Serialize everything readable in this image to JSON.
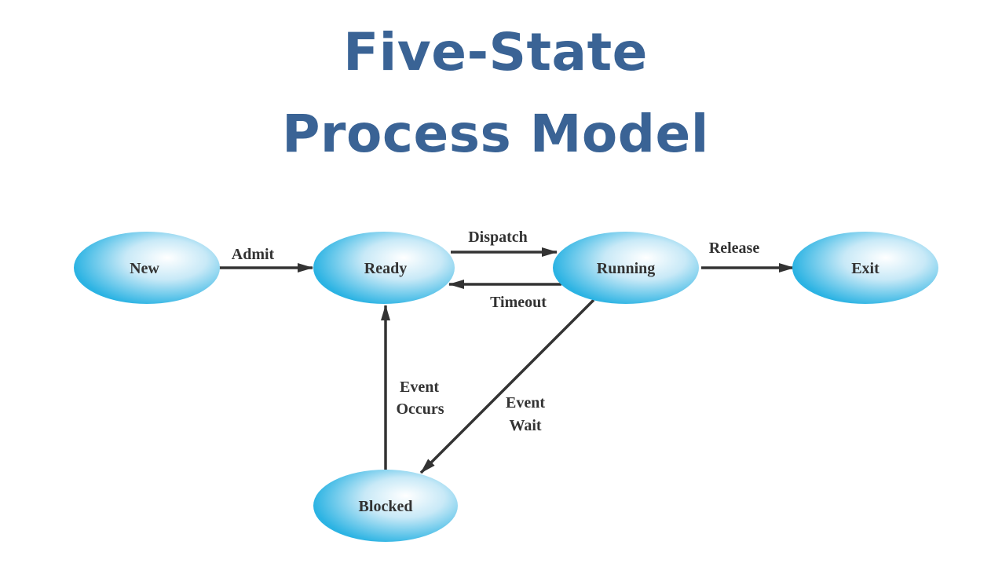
{
  "title": {
    "line1": "Five-State",
    "line2": "Process Model"
  },
  "colors": {
    "title": "#3a6395",
    "state_center": "#ffffff",
    "state_mid": "#c8e9f7",
    "state_edge": "#2bb3e3",
    "arrow": "#333333",
    "text": "#333333"
  },
  "states": {
    "new": "New",
    "ready": "Ready",
    "running": "Running",
    "exit": "Exit",
    "blocked": "Blocked"
  },
  "transitions": {
    "admit": "Admit",
    "dispatch": "Dispatch",
    "timeout": "Timeout",
    "release": "Release",
    "event_occurs": [
      "Event",
      "Occurs"
    ],
    "event_wait": [
      "Event",
      "Wait"
    ]
  }
}
